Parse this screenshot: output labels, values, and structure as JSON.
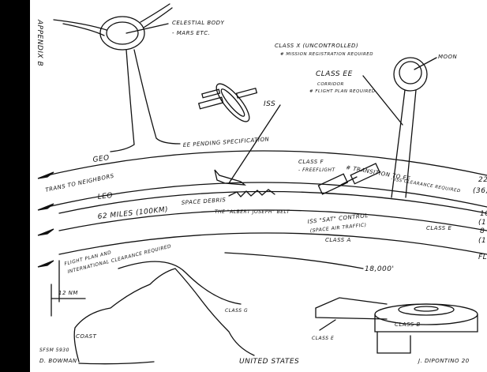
{
  "labels": {
    "appendix": "APPENDIX B",
    "celestial_body": "CELESTIAL BODY",
    "mars_etc": "- MARS ETC.",
    "class_x": "CLASS X (UNCONTROLLED)",
    "mission_registration": "# MISSION REGISTRATION REQUIRED",
    "moon": "MOON",
    "class_ee": "CLASS EE",
    "corridor": "CORRIDOR",
    "flight_plan_required": "# FLIGHT PLAN REQUIRED",
    "iss": "ISS",
    "ee_pending": "EE PENDING SPECIFICATION",
    "geo": "GEO",
    "trans_to_neighbors": "TRANS TO NEIGHBORS",
    "leo": "LEO",
    "sixty_two_miles": "62 MILES (100KM)",
    "space_debris": "SPACE DEBRIS",
    "albert_joseph_belt": "THE \"ALBERT JOSEPH\" BELT",
    "class_f": "CLASS F",
    "freeflight": "- FREEFLIGHT",
    "transition_to_ee": "# TRANSITION TO EE",
    "iss_clearance": "- ISS CLEARANCE REQUIRED",
    "iss_sat_control": "ISS \"SAT\" CONTROL",
    "space_air_traffic": "(SPACE AIR TRAFFIC)",
    "class_a": "CLASS A",
    "class_e_right": "CLASS E",
    "eighteen_thousand": "18,000'",
    "right_22": "22",
    "right_36": "(36,",
    "right_10": "10",
    "right_1a": "(1",
    "right_8": "8",
    "right_1b": "(1",
    "right_fl": "FL",
    "flight_plan_intl_1": "FLIGHT PLAN AND",
    "flight_plan_intl_2": "INTERNATIONAL CLEARANCE REQUIRED",
    "twelve_nm": "12 NM",
    "coast": "COAST",
    "class_g": "CLASS G",
    "class_e_bottom": "CLASS E",
    "class_b": "CLASS B",
    "sfsm": "SFSM 5930",
    "author_left": "D. BOWMAN",
    "united_states": "UNITED STATES",
    "author_right": "J. DIPONTINO 20"
  }
}
